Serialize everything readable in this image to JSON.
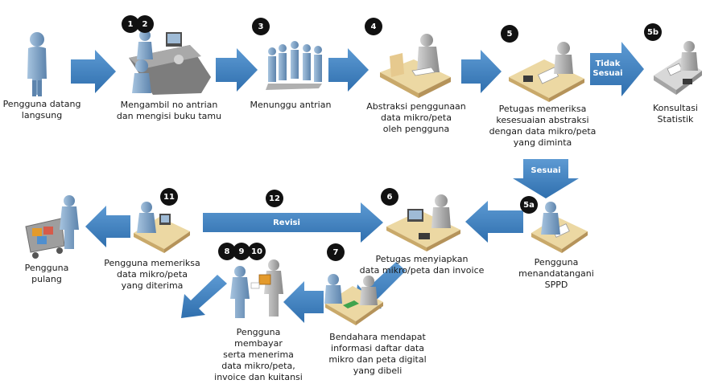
{
  "colors": {
    "arrow": "#3e82c1",
    "person": "#6d90b5",
    "person_light": "#a7c4df",
    "desk": "#ecd8a3",
    "desk_dark": "#c9a96a",
    "badge": "#111111"
  },
  "steps": {
    "s0": {
      "label": "Pengguna datang\nlangsung",
      "icon": "person-arriving-icon"
    },
    "s1": {
      "badges": [
        "1",
        "2"
      ],
      "label": "Mengambil no antrian\ndan mengisi buku tamu",
      "icon": "reception-desk-icon"
    },
    "s3": {
      "badges": [
        "3"
      ],
      "label": "Menunggu antrian",
      "icon": "queue-icon"
    },
    "s4": {
      "badges": [
        "4"
      ],
      "label": "Abstraksi penggunaan\ndata mikro/peta\noleh pengguna",
      "icon": "user-writing-icon"
    },
    "s5": {
      "badges": [
        "5"
      ],
      "label": "Petugas memeriksa\nkesesuaian abstraksi\ndengan data mikro/peta\nyang diminta",
      "icon": "officer-checking-icon"
    },
    "s5b": {
      "badges": [
        "5b"
      ],
      "label": "Konsultasi\nStatistik",
      "icon": "consultation-desk-icon"
    },
    "s5a": {
      "badges": [
        "5a"
      ],
      "label": "Pengguna\nmenandatangani\nSPPD",
      "icon": "user-signing-icon"
    },
    "s6": {
      "badges": [
        "6"
      ],
      "label": "Petugas menyiapkan\ndata mikro/peta dan invoice",
      "icon": "officer-computer-icon"
    },
    "s7": {
      "badges": [
        "7"
      ],
      "label": "Bendahara mendapat\ninformasi daftar data\nmikro dan peta digital\nyang dibeli",
      "icon": "treasurer-desk-icon"
    },
    "s8": {
      "badges": [
        "8",
        "9",
        "10"
      ],
      "label": "Pengguna\nmembayar\nserta menerima\ndata mikro/peta,\ninvoice dan kuitansi",
      "icon": "payment-exchange-icon"
    },
    "s11": {
      "badges": [
        "11"
      ],
      "label": "Pengguna memeriksa\ndata mikro/peta\nyang diterima",
      "icon": "user-reviewing-icon"
    },
    "s13": {
      "label": "Pengguna\npulang",
      "icon": "shopping-cart-icon"
    }
  },
  "arrows": {
    "tidak_sesuai": "Tidak\nSesuai",
    "sesuai": "Sesuai",
    "revisi_badge": "12",
    "revisi": "Revisi"
  }
}
